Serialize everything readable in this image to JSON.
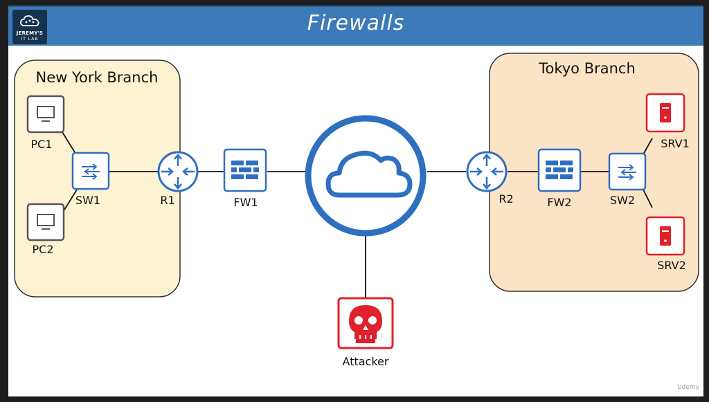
{
  "logo": {
    "line1": "JEREMY'S",
    "line2": "IT LAB"
  },
  "title": "Firewalls",
  "zones": {
    "left": "New York Branch",
    "right": "Tokyo Branch"
  },
  "devices": {
    "pc1": "PC1",
    "pc2": "PC2",
    "sw1": "SW1",
    "r1": "R1",
    "fw1": "FW1",
    "r2": "R2",
    "fw2": "FW2",
    "sw2": "SW2",
    "srv1": "SRV1",
    "srv2": "SRV2",
    "attacker": "Attacker"
  },
  "watermark": "Udemy",
  "colors": {
    "title_bar": "#3d7ab8",
    "network_blue": "#2f6fc0",
    "ny_zone": "#fdf3d2",
    "tokyo_zone": "#fbe3c6",
    "server_red": "#e0202a",
    "pc_gray": "#555555"
  }
}
